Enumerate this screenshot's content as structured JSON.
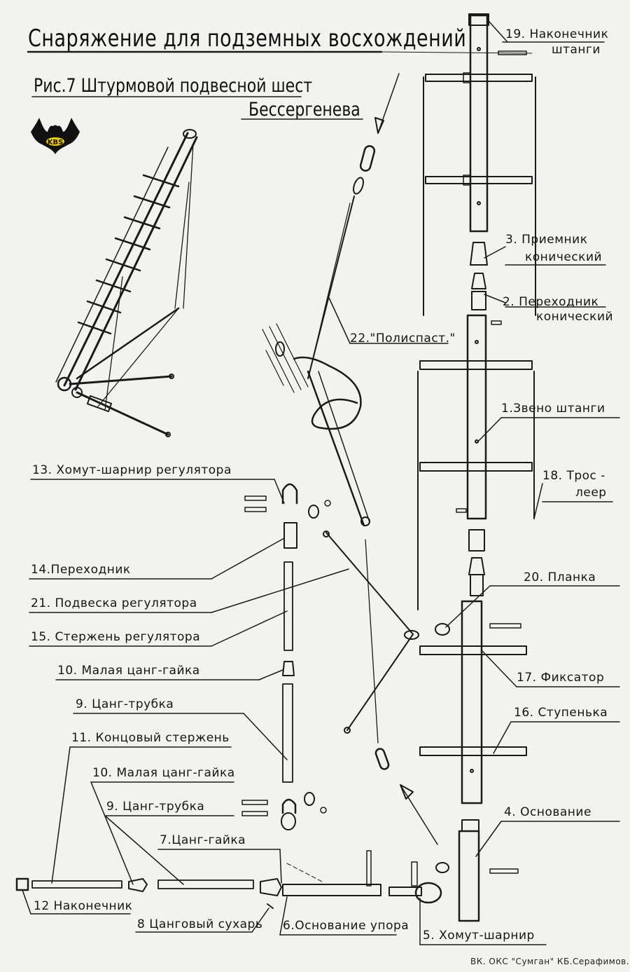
{
  "document": {
    "title": "Снаряжение для подземных восхождений",
    "figure_title": "Рис.7 Штурмовой подвесной шест",
    "figure_subtitle": "Бессергенева",
    "logo_text": "KBS",
    "credit": "ВК. ОКС \"Сумган\" КБ.Серафимов."
  },
  "labels": {
    "l19": "19. Наконечник",
    "l19b": "штанги",
    "l3": "3. Приемник",
    "l3b": "конический",
    "l2": "2. Переходник",
    "l2b": "конический",
    "l22": "22.\"Полиспаст.\"",
    "l1": "1.Звено штанги",
    "l18": "18. Трос -",
    "l18b": "леер",
    "l20": "20. Планка",
    "l17": "17. Фиксатор",
    "l16": "16. Ступенька",
    "l4": "4. Основание",
    "l5": "5. Хомут-шарнир",
    "l13": "13. Хомут-шарнир регулятора",
    "l14": "14.Переходник",
    "l21": "21. Подвеска регулятора",
    "l15": "15. Стержень регулятора",
    "l10a": "10. Малая цанг-гайка",
    "l9a": "9. Цанг-трубка",
    "l11": "11. Концовый стержень",
    "l10b": "10. Малая цанг-гайка",
    "l9b": "9. Цанг-трубка",
    "l7": "7.Цанг-гайка",
    "l12": "12 Наконечник",
    "l8": "8 Цанговый сухарь",
    "l6": "6.Основание упора"
  }
}
